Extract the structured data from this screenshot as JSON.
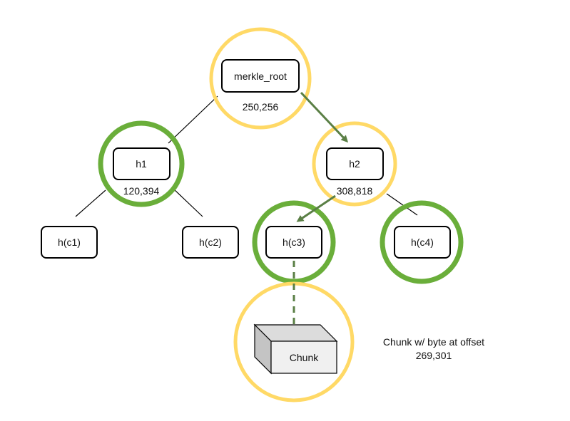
{
  "colors": {
    "yellow_ring": "#FFD966",
    "green_ring": "#6AAE3A",
    "path_arrow": "#5A7F45",
    "node_border": "#000000",
    "chunk_face": "#F0F0F0",
    "chunk_top": "#DCDCDC",
    "chunk_side": "#C4C4C4"
  },
  "nodes": {
    "root": {
      "label": "merkle_root",
      "value": "250,256"
    },
    "h1": {
      "label": "h1",
      "value": "120,394"
    },
    "h2": {
      "label": "h2",
      "value": "308,818"
    },
    "c1": {
      "label": "h(c1)"
    },
    "c2": {
      "label": "h(c2)"
    },
    "c3": {
      "label": "h(c3)"
    },
    "c4": {
      "label": "h(c4)"
    }
  },
  "chunk": {
    "label": "Chunk",
    "caption_line1": "Chunk w/ byte at offset",
    "caption_line2": "269,301"
  }
}
